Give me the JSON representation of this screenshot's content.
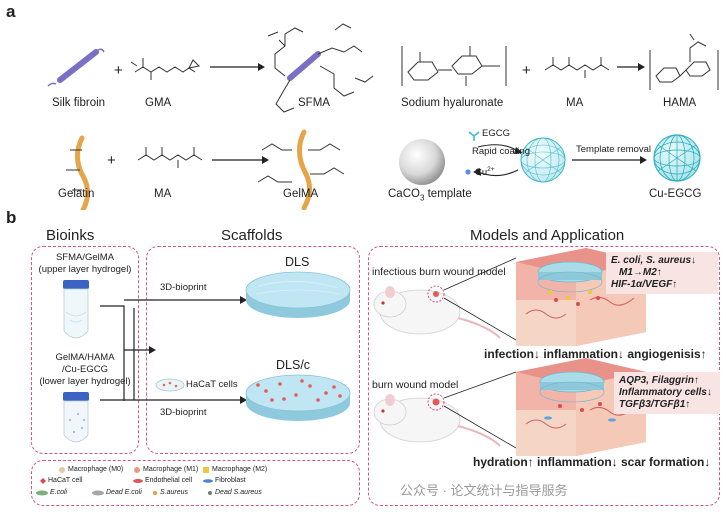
{
  "panel_a": {
    "letter": "a",
    "row1": {
      "silk_fibroin": "Silk fibroin",
      "gma": "GMA",
      "sfma": "SFMA",
      "sodium_hyaluronate": "Sodium hyaluronate",
      "ma": "MA",
      "hama": "HAMA",
      "plus": "+"
    },
    "row2": {
      "gelatin": "Gelatin",
      "ma": "MA",
      "gelma": "GelMA",
      "caco3": "CaCO",
      "caco3_sub": "3",
      "caco3_suffix": " template",
      "egcg": "EGCG",
      "rapid_coating": "Rapid coating",
      "cu": "Cu",
      "cu_sup": "2+",
      "template_removal": "Template removal",
      "cu_egcg": "Cu-EGCG",
      "plus": "+"
    }
  },
  "panel_b": {
    "letter": "b",
    "headers": {
      "bioinks": "Bioinks",
      "scaffolds": "Scaffolds",
      "models": "Models and Application"
    },
    "bioink_upper": [
      "SFMA/GelMA",
      "(upper layer hydrogel)"
    ],
    "bioink_lower": [
      "GelMA/HAMA",
      "/Cu-EGCG",
      "(lower layer hydrogel)"
    ],
    "bioprint1": "3D-bioprint",
    "bioprint2": "3D-bioprint",
    "hacat_cells": "HaCaT cells",
    "dls": "DLS",
    "dlsc": "DLS/c",
    "model1": "infectious burn wound model",
    "model2": "burn wound model",
    "findings1": [
      "E. coli, S. aureus↓",
      "M1→M2↑",
      "HIF-1α/VEGF↑"
    ],
    "findings2": [
      "AQP3, Filaggrin↑",
      "Inflammatory cells↓",
      "TGFβ3/TGFβ1↑"
    ],
    "effects1": "infection↓  inflammation↓  angiogenisis↑",
    "effects2": "hydration↑  inflammation↓  scar formation↓",
    "legend": {
      "m0": "Macrophage (M0)",
      "m1": "Macrophage (M1)",
      "m2": "Macrophage (M2)",
      "hacat": "HaCaT cell",
      "endothelial": "Endothelial cell",
      "fibroblast": "Fibroblast",
      "ecoli": "E.coli",
      "dead_ecoli": "Dead E.coli",
      "saureus": "S.aureus",
      "dead_saureus": "Dead S.aureus"
    },
    "watermark": "公众号 · 论文统计与指导服务"
  },
  "colors": {
    "dashed_border": "#d4567a",
    "silk_purple": "#7a6fc4",
    "gelatin_orange": "#e4a54b",
    "cage_teal": "#3fb8c9",
    "scaffold_blue": "#aee0ef",
    "tube_cap": "#3a63c4",
    "findings_bg": "#f8e4e2"
  }
}
